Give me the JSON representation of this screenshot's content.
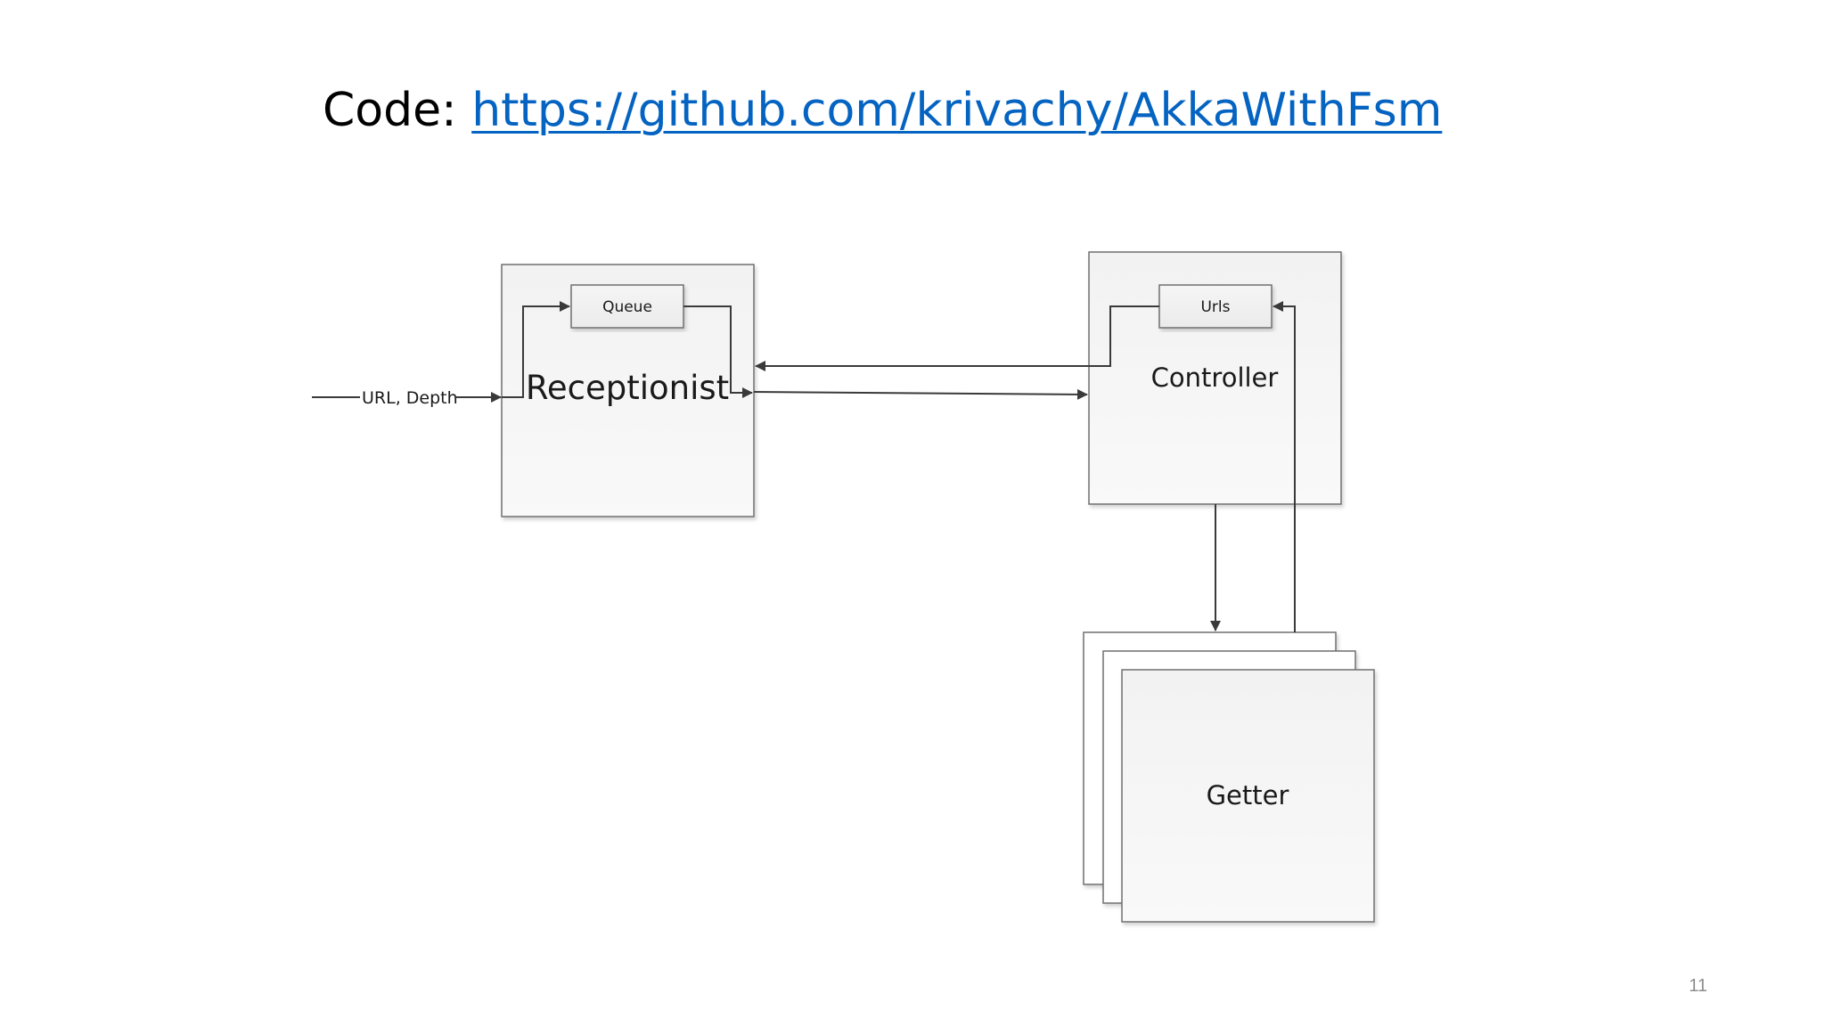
{
  "title": {
    "prefix": "Code:",
    "link": "https://github.com/krivachy/AkkaWithFsm"
  },
  "diagram": {
    "input_label": "URL, Depth",
    "receptionist": {
      "name": "Receptionist",
      "queue_label": "Queue"
    },
    "controller": {
      "name": "Controller",
      "urls_label": "Urls"
    },
    "getter": {
      "name": "Getter"
    }
  },
  "slide_number": "11"
}
